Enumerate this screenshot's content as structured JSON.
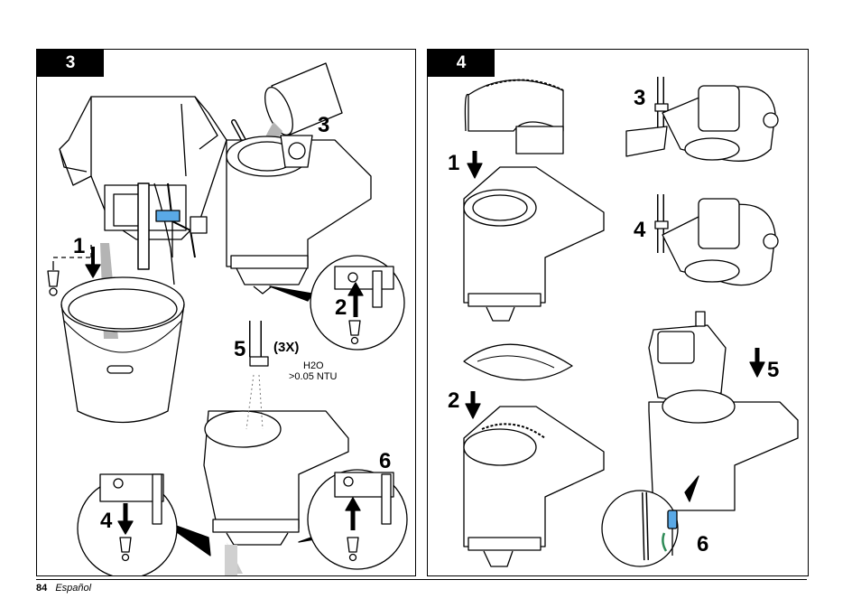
{
  "panels": [
    {
      "step": "3",
      "callouts": [
        "1",
        "2",
        "3",
        "4",
        "5",
        "6"
      ],
      "repeat_label": "(3X)",
      "water_formula": "H2O",
      "turbidity_note": ">0.05 NTU"
    },
    {
      "step": "4",
      "callouts": [
        "1",
        "2",
        "3",
        "4",
        "5",
        "6"
      ]
    }
  ],
  "footer": {
    "page_number": "84",
    "language": "Español"
  }
}
